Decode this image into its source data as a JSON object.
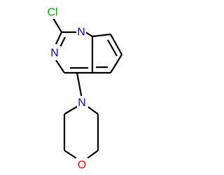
{
  "molecule": {
    "atoms": {
      "chlorine": {
        "text": "Cl",
        "color": "#00aa00"
      },
      "n_triazine_top": {
        "text": "N",
        "color": "#0000ff"
      },
      "n_triazine_left": {
        "text": "N",
        "color": "#0000ff"
      },
      "n_morpholine": {
        "text": "N",
        "color": "#0000ff"
      },
      "o_morpholine": {
        "text": "O",
        "color": "#ff0000"
      }
    }
  }
}
